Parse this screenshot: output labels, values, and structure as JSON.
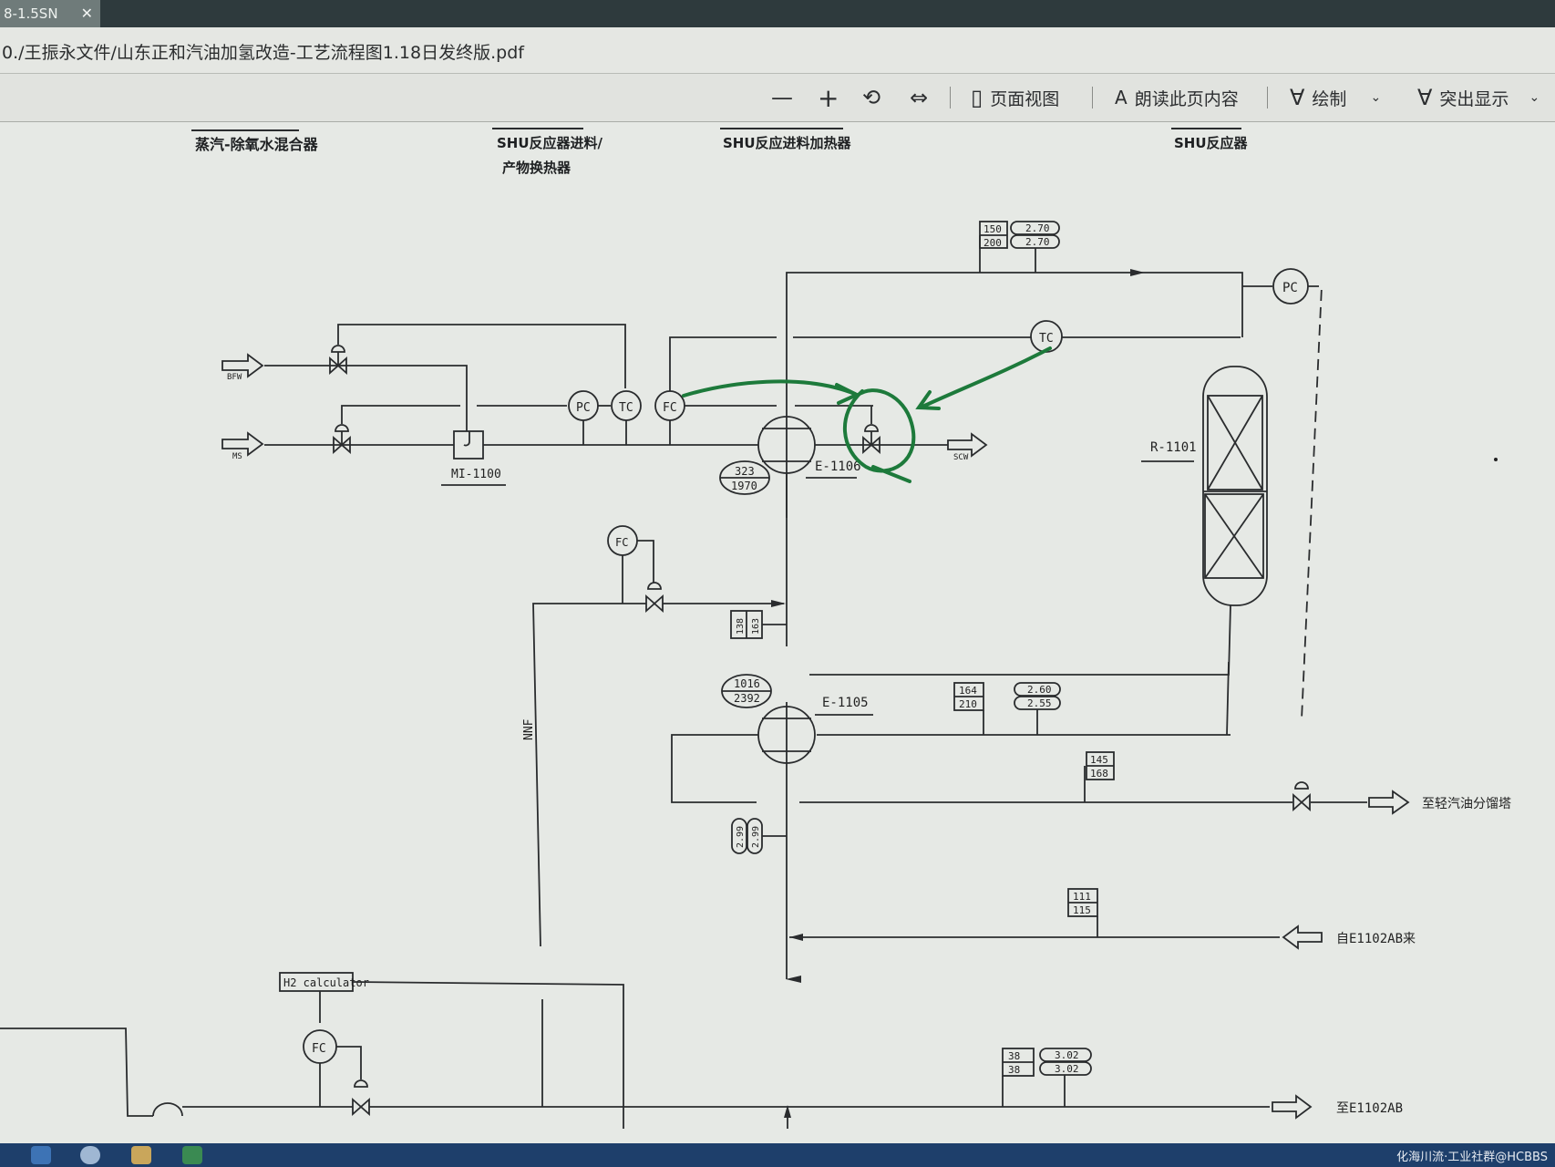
{
  "window": {
    "tab_label": "8-1.5SN",
    "file_path": "0./王振永文件/山东正和汽油加氢改造-工艺流程图1.18日发终版.pdf"
  },
  "toolbar": {
    "zoom_out": "—",
    "zoom_in": "+",
    "page_view": "页面视图",
    "read_aloud": "朗读此页内容",
    "draw": "绘制",
    "highlight": "突出显示"
  },
  "drawing": {
    "headers": {
      "h1": "蒸汽-除氧水混合器",
      "h2a": "SHU反应器进料/",
      "h2b": "产物换热器",
      "h3": "SHU反应进料加热器",
      "h4": "SHU反应器"
    },
    "streams": {
      "bfw": "BFW",
      "ms": "MS",
      "scw": "SCW",
      "nnf": "NNF",
      "to_light": "至轻汽油分馏塔",
      "from_e1102": "自E1102AB来",
      "to_e1102": "至E1102AB"
    },
    "equipment": {
      "mixer": "MI-1100",
      "e1106": "E-1106",
      "e1105": "E-1105",
      "reactor": "R-1101",
      "h2calc": "H2 calculator"
    },
    "instruments": {
      "pc1": "PC",
      "tc1": "TC",
      "fc1": "FC",
      "tc2": "TC",
      "pc2": "PC",
      "fc2": "FC",
      "fc3": "FC"
    },
    "tags": {
      "t150": "150",
      "t200": "200",
      "p270a": "2.70",
      "p270b": "2.70",
      "d323": "323",
      "d1970": "1970",
      "t138": "138",
      "t163": "163",
      "d1016": "1016",
      "d2392": "2392",
      "t164": "164",
      "t210": "210",
      "p260": "2.60",
      "p255": "2.55",
      "t145": "145",
      "t168": "168",
      "p299a": "2.99",
      "p299b": "2.99",
      "t111": "111",
      "t115": "115",
      "t38a": "38",
      "t38b": "38",
      "p302a": "3.02",
      "p302b": "3.02"
    }
  },
  "watermark": "化海川流·工业社群@HCBBS",
  "colors": {
    "line": "#2a2c2e",
    "annotation": "#1d7a3b",
    "paper": "#e6e9e5"
  }
}
